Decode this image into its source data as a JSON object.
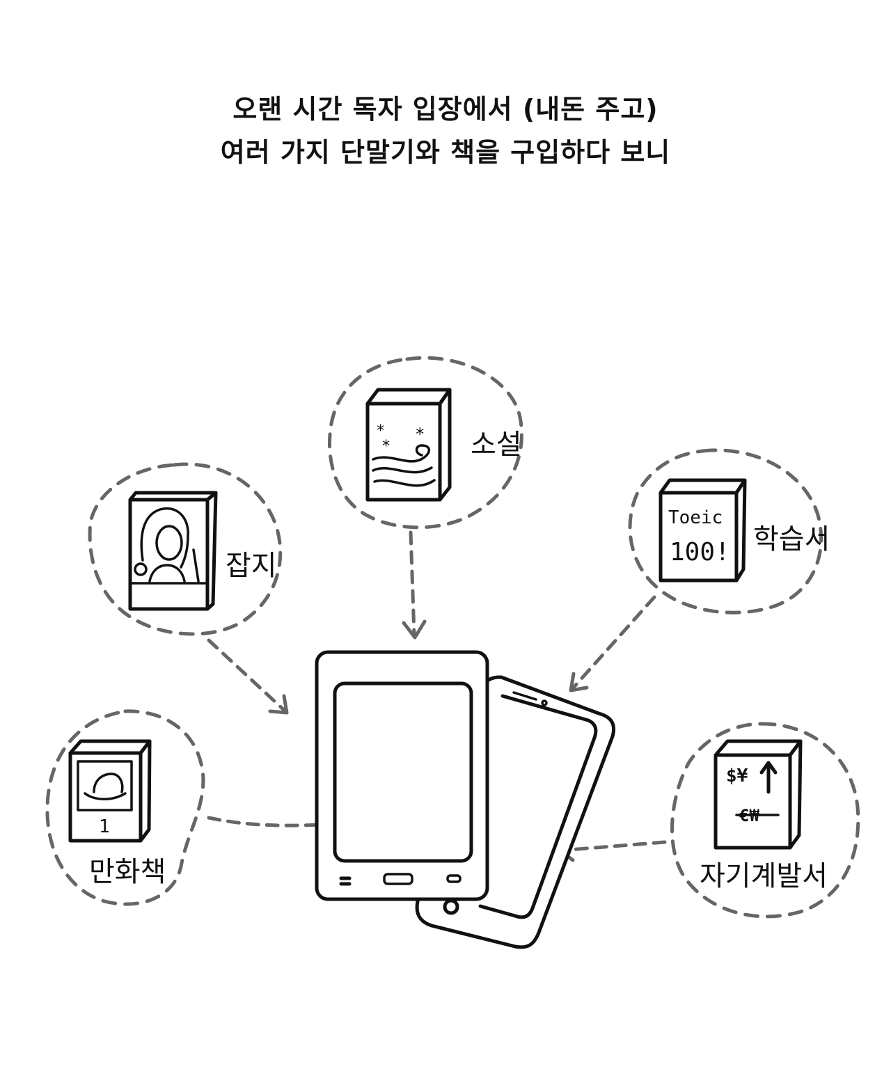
{
  "caption": {
    "line1": "오랜 시간 독자 입장에서 (내돈 주고)",
    "line2": "여러 가지 단말기와 책을 구입하다 보니"
  },
  "categories": {
    "novel": "소설",
    "magazine": "잡지",
    "study": "학습서",
    "comic": "만화책",
    "selfhelp": "자기계발서"
  },
  "book_covers": {
    "study_line1": "Toeic",
    "study_line2": "100!",
    "comic_volume": "1",
    "selfhelp_symbols": "$¥",
    "selfhelp_crossed": "€₩"
  },
  "colors": {
    "ink": "#111111",
    "dashed": "#666666",
    "background": "#ffffff"
  }
}
